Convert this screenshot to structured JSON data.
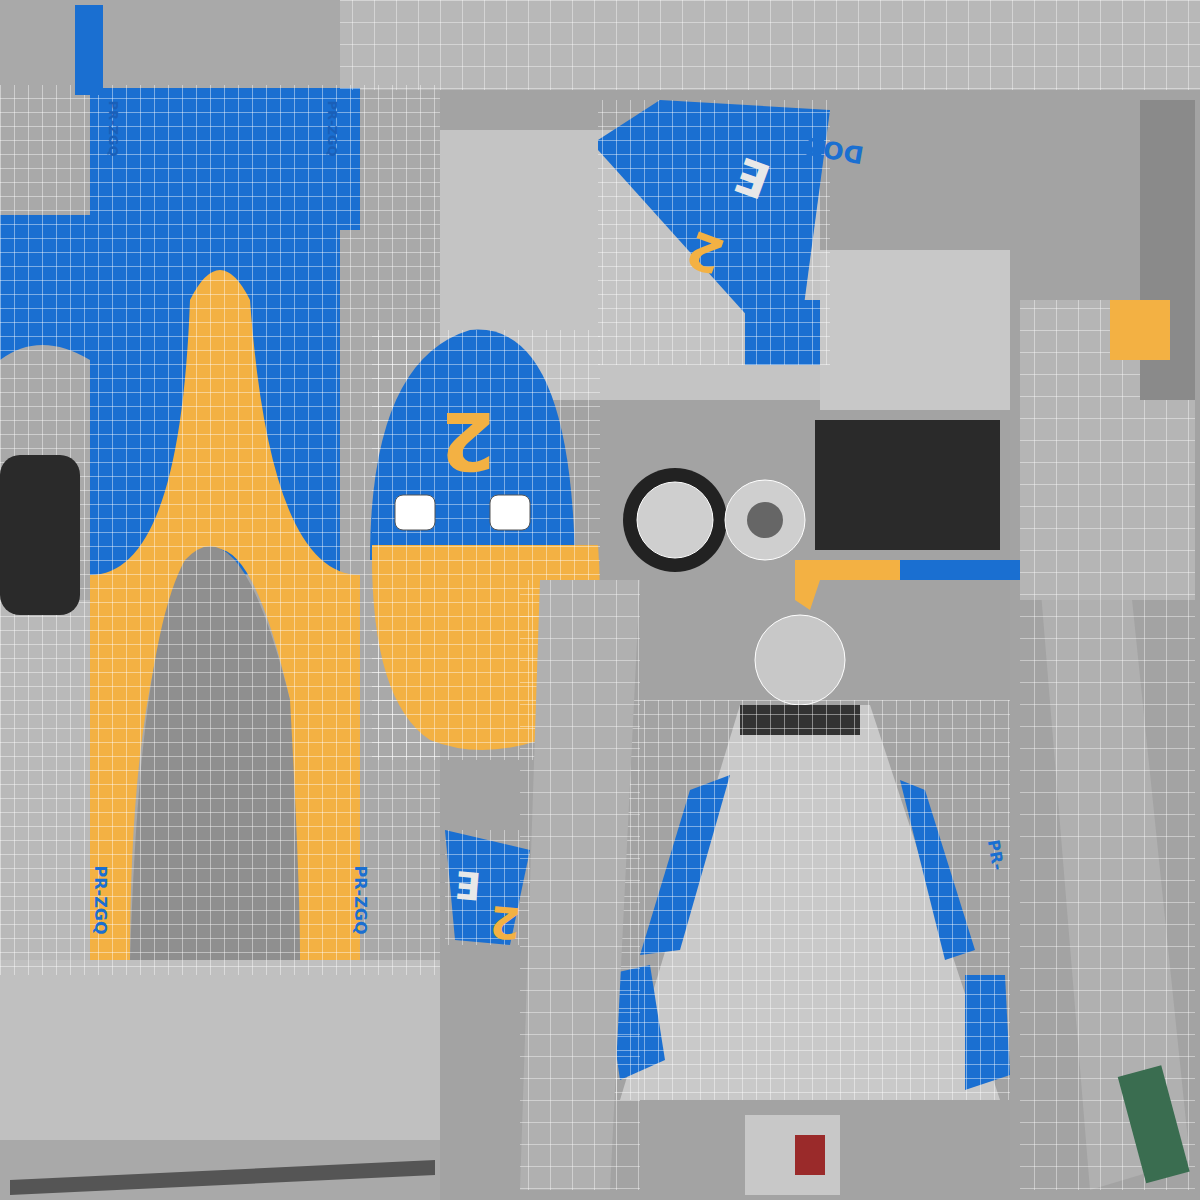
{
  "diagram": {
    "labels": [
      "PR-ZGQ",
      "PR-ZGQ",
      "2",
      "E",
      "2",
      "DOZ",
      "E",
      "2",
      "PR-ZGQ",
      "PR-ZGQ",
      "PR-"
    ]
  }
}
